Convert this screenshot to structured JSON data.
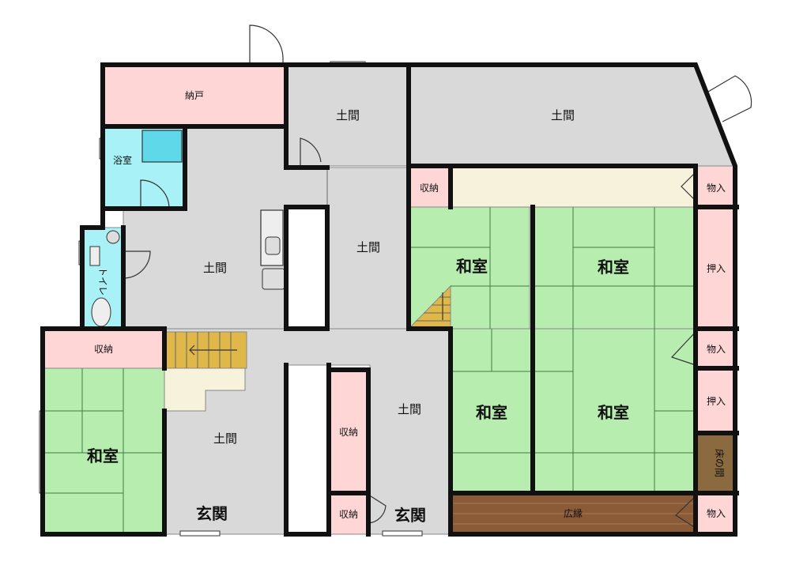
{
  "colors": {
    "doma": "#d9d9d9",
    "washitsu": "#b7eeb0",
    "storage": "#ffd6d6",
    "bath": "#a8f2f7",
    "hallway": "#f7f2dc",
    "stairs": "#e0b84a",
    "engawa": "#8b5a36",
    "tokonoma": "#8b6a40",
    "wall": "#111111"
  },
  "rooms": {
    "nando": "納戸",
    "doma_top_mid": "土間",
    "doma_top_right": "土間",
    "bath": "浴室",
    "doma_main": "土間",
    "doma_center": "土間",
    "toilet": "トイレ",
    "storage_right_top": "収納",
    "washitsu_ne_small": "和室",
    "washitsu_ne_large": "和室",
    "monoire_1": "物入",
    "oshiire_1": "押入",
    "storage_left": "収納",
    "monoire_2": "物入",
    "washitsu_west": "和室",
    "doma_sw": "土間",
    "storage_center": "収納",
    "doma_south": "土間",
    "washitsu_s_small": "和室",
    "washitsu_s_large": "和室",
    "oshiire_2": "押入",
    "tokonoma": "床の間",
    "genkan_west": "玄関",
    "storage_bottom": "収納",
    "genkan_east": "玄関",
    "hiroen": "広縁",
    "monoire_3": "物入"
  }
}
